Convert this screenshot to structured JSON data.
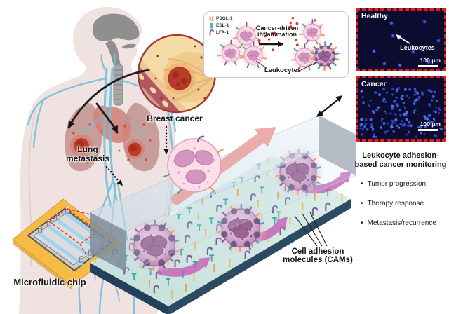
{
  "inset": {
    "legend": [
      {
        "label": "PSGL-1",
        "color": "#ef9d4f"
      },
      {
        "label": "ESL-1",
        "color": "#52b2bf"
      },
      {
        "label": "LFA-1",
        "color": "#6f5f9c"
      }
    ],
    "inflammation_label": "Cancer-driven inflammation",
    "leukocytes_label": "Leukocytes"
  },
  "micrographs": {
    "healthy": {
      "title": "Healthy",
      "annotation": "Leukocytes",
      "scale_bar": "100 μm",
      "cells": [
        [
          48,
          18
        ],
        [
          95,
          16
        ],
        [
          50,
          36
        ],
        [
          23,
          58
        ],
        [
          79,
          59
        ],
        [
          38,
          76
        ],
        [
          60,
          78
        ],
        [
          101,
          74
        ],
        [
          115,
          43
        ]
      ]
    },
    "cancer": {
      "title": "Cancer",
      "scale_bar": "100 μm",
      "cell_density": "high",
      "dot_count": 150
    }
  },
  "body_labels": {
    "breast_cancer": "Breast cancer",
    "lung_metastasis": "Lung metastasis"
  },
  "chip_label": "Microfluidic chip",
  "cams_label": "Cell adhesion molecules (CAMs)",
  "monitoring": {
    "title": "Leukocyte adhesion-based cancer monitoring",
    "bullets": [
      "Tumor progression",
      "Therapy response",
      "Metastasis/recurrence"
    ]
  },
  "colors": {
    "vessel_blue": "#6fc2dc",
    "floor_teal": "#cfe6e2",
    "navy_edge": "#2d4a63",
    "glass_blue": "#d8e7f0",
    "salmon_arrow": "#e8a19e",
    "magenta_arrow": "#c55fb2",
    "panel_border_red": "#e51d1d",
    "leukocyte_dot_blue": "#3f66f2",
    "cam_orange": "#ef9d4f",
    "cam_teal": "#43a5a5",
    "cam_purple": "#73629e",
    "cam_yellow": "#e7bd55",
    "tumor_red": "#c23a27"
  }
}
